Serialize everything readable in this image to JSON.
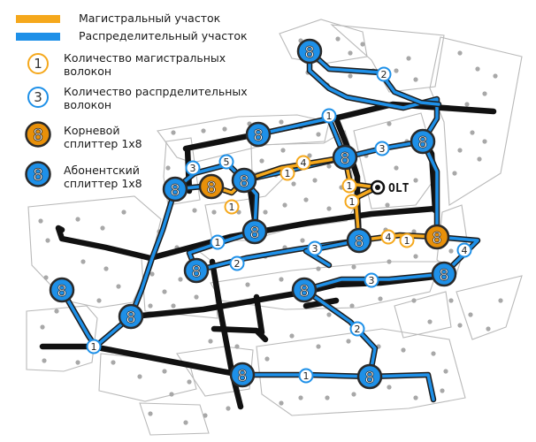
{
  "legend": {
    "trunk_label": "Магистральный участок",
    "dist_label": "Распределительный участок",
    "trunk_count_label": "Количество магистральных\nволокон",
    "dist_count_label": "Количество распрделительных\nволокон",
    "root_splitter_label": "Корневой\nсплиттер 1x8",
    "sub_splitter_label": "Абонентский\nсплиттер 1x8",
    "trunk_count_sample": "1",
    "dist_count_sample": "3",
    "splitter_glyph": "8"
  },
  "olt_label": "OLT",
  "colors": {
    "trunk": "#f5a81c",
    "distribution": "#1e90e8",
    "road": "#111111",
    "root_splitter": "#e8900a",
    "subscriber_splitter": "#1e90e8",
    "parcel_border": "#b9b9b9",
    "house_dot": "#a8a8a8"
  },
  "trunk_fiber_labels": [
    "1",
    "4",
    "1",
    "1",
    "1",
    "4",
    "1"
  ],
  "distribution_fiber_labels": [
    "2",
    "1",
    "3",
    "3",
    "5",
    "1",
    "2",
    "3",
    "4",
    "3",
    "2",
    "1",
    "1"
  ],
  "splitter_labels": {
    "root": [
      "8",
      "8"
    ],
    "subscriber": [
      "8",
      "8",
      "8",
      "8",
      "8",
      "8",
      "8",
      "8",
      "8",
      "8",
      "8",
      "8",
      "8",
      "8"
    ]
  }
}
